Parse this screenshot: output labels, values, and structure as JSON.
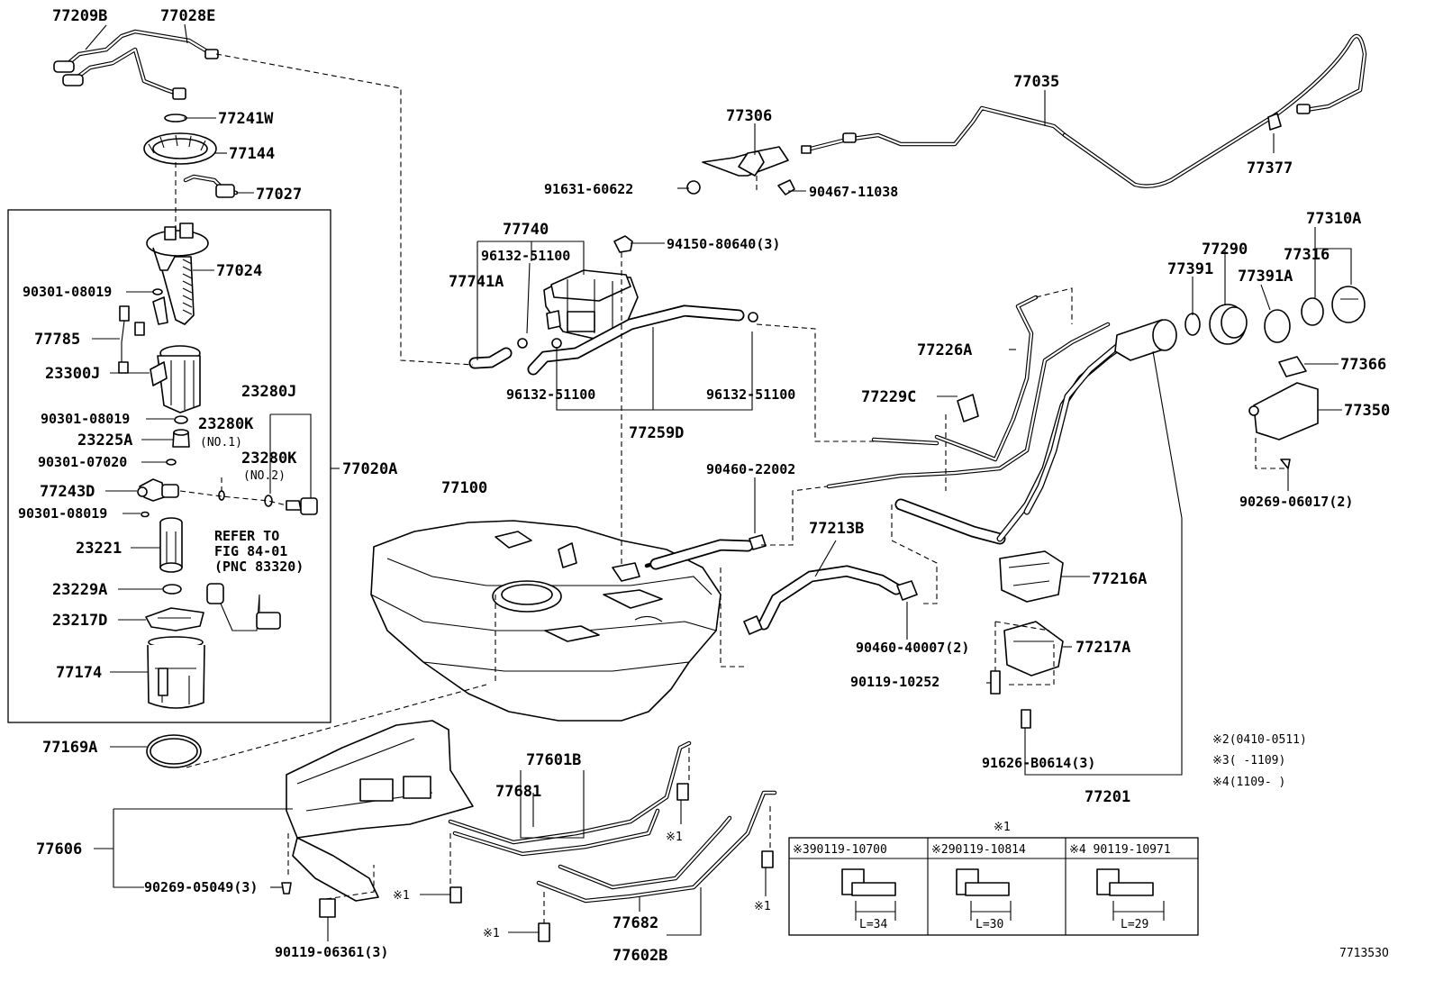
{
  "diagram_id": "771353O",
  "labels": {
    "p77209B": "77209B",
    "p77028E": "77028E",
    "p77241W": "77241W",
    "p77144": "77144",
    "p77027": "77027",
    "p77024": "77024",
    "p90301_08019a": "90301-08019",
    "p77785": "77785",
    "p23300J": "23300J",
    "p23280J": "23280J",
    "p90301_08019b": "90301-08019",
    "p23280K1": "23280K",
    "p23280K1_note": "(NO.1)",
    "p23225A": "23225A",
    "p23280K2": "23280K",
    "p23280K2_note": "(NO.2)",
    "p77020A": "77020A",
    "p90301_07020": "90301-07020",
    "p77243D": "77243D",
    "p90301_08019c": "90301-08019",
    "p23221": "23221",
    "refer_1": "REFER TO",
    "refer_2": "FIG 84-01",
    "refer_3": "(PNC 83320)",
    "p23229A": "23229A",
    "p23217D": "23217D",
    "p77174": "77174",
    "p77169A": "77169A",
    "p77606": "77606",
    "p90269_05049": "90269-05049(3)",
    "p90119_06361": "90119-06361(3)",
    "p77035": "77035",
    "p77306": "77306",
    "p77377": "77377",
    "p91631_60622": "91631-60622",
    "p90467_11038": "90467-11038",
    "p77740": "77740",
    "p94150_80640": "94150-80640(3)",
    "p96132_51100a": "96132-51100",
    "p77741A": "77741A",
    "p96132_51100b": "96132-51100",
    "p96132_51100c": "96132-51100",
    "p77259D": "77259D",
    "p77100": "77100",
    "p90460_22002": "90460-22002",
    "p77213B": "77213B",
    "p90460_40007": "90460-40007(2)",
    "p77310A": "77310A",
    "p77290": "77290",
    "p77316": "77316",
    "p77391": "77391",
    "p77391A": "77391A",
    "p77226A": "77226A",
    "p77366": "77366",
    "p77229C": "77229C",
    "p77350": "77350",
    "p90269_06017": "90269-06017(2)",
    "p77216A": "77216A",
    "p77217A": "77217A",
    "p90119_10252": "90119-10252",
    "p91626_B0614": "91626-B0614(3)",
    "p77201": "77201",
    "p77601B": "77601B",
    "p77681": "77681",
    "p77682": "77682",
    "p77602B": "77602B",
    "mark1": "※1",
    "note_2": "※2(0410-0511)",
    "note_3": "※3(      -1109)",
    "note_4": "※4(1109-      )"
  },
  "bolt_table": {
    "title": "※1",
    "columns": [
      {
        "header": "※390119-10700",
        "length": "L=34"
      },
      {
        "header": "※290119-10814",
        "length": "L=30"
      },
      {
        "header": "※4 90119-10971",
        "length": "L=29"
      }
    ]
  }
}
